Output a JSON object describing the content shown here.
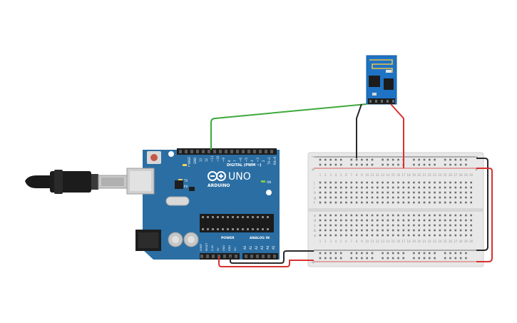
{
  "arduino": {
    "logo_text": "ARDUINO",
    "model_label": "UNO",
    "digital_label": "DIGITAL (PWM ~)",
    "power_label": "POWER",
    "analog_label": "ANALOG IN",
    "on_label": "ON",
    "tx_label": "TX",
    "rx_label": "RX",
    "l_label": "L",
    "aref_label": "AREF",
    "gnd_label": "GND",
    "digital_pins": [
      "13",
      "12",
      "~11",
      "~10",
      "~9",
      "8",
      "7",
      "~6",
      "~5",
      "4",
      "~3",
      "2",
      "TX→1",
      "RX←0"
    ],
    "power_pins": [
      "IOREF",
      "RESET",
      "3.3V",
      "5V",
      "GND",
      "GND",
      "Vin"
    ],
    "analog_pins": [
      "A0",
      "A1",
      "A2",
      "A3",
      "A4",
      "A5"
    ]
  },
  "breadboard": {
    "column_numbers": [
      "1",
      "2",
      "3",
      "4",
      "5",
      "6",
      "7",
      "8",
      "9",
      "10",
      "11",
      "12",
      "13",
      "14",
      "15",
      "16",
      "17",
      "18",
      "19",
      "20",
      "21",
      "22",
      "23",
      "24",
      "25",
      "26",
      "27",
      "28",
      "29",
      "30"
    ],
    "row_letters_top": [
      "j",
      "i",
      "h",
      "g",
      "f"
    ],
    "row_letters_bottom": [
      "e",
      "d",
      "c",
      "b",
      "a"
    ],
    "rail_minus": "−",
    "rail_plus": "+"
  },
  "colors": {
    "arduino_board": "#2b6ea3",
    "esp_board": "#1f73c4",
    "wire_red": "#d93030",
    "wire_black": "#2a2a2a",
    "wire_green": "#3fa83c",
    "breadboard": "#e8e8e8"
  },
  "icons": {
    "usb_cable": "usb-cable-icon",
    "wifi_antenna": "antenna-trace-icon"
  }
}
